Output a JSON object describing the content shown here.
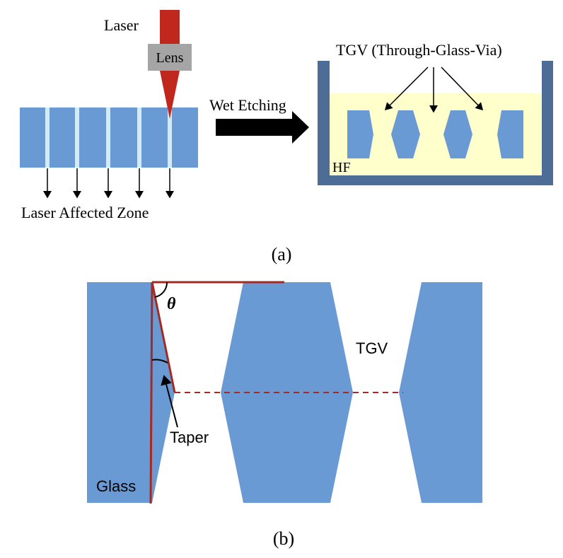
{
  "panel_a": {
    "label": "(a)",
    "laser_label": "Laser",
    "lens_label": "Lens",
    "laser_affected_zone_label": "Laser Affected Zone",
    "wet_etching_label": "Wet Etching",
    "tgv_label": "TGV (Through-Glass-Via)",
    "hf_label": "HF"
  },
  "panel_b": {
    "label": "(b)",
    "theta_label": "θ",
    "taper_label": "Taper",
    "tgv_label": "TGV",
    "glass_label": "Glass"
  },
  "colors": {
    "glass": "#6a9ad4",
    "laser_zone": "#d3ebf7",
    "laser": "#c0281e",
    "lens": "#a5a5a5",
    "hf_solution": "#ffffcc",
    "container": "#4e6d96",
    "taper_line": "#a52a22",
    "arrow": "#000000"
  }
}
